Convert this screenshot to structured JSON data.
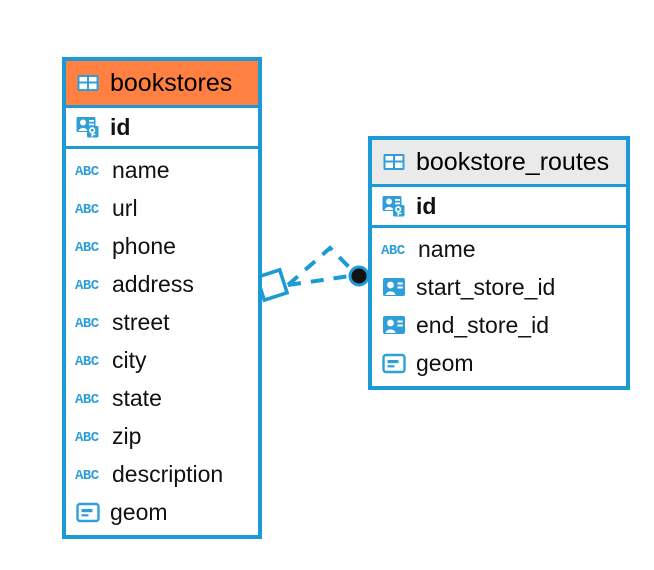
{
  "diagram": {
    "type": "entity-relationship",
    "colors": {
      "border": "#1b9ad6",
      "header_selected": "#ff8040",
      "header_default": "#eaeaea",
      "icon_blue": "#2f9fd8",
      "connector": "#1b9ad6",
      "connector_endpoint": "#121212",
      "text": "#111111",
      "background": "#ffffff"
    },
    "entities": [
      {
        "name": "bookstores",
        "header_icon": "table-icon",
        "selected": true,
        "primary_keys": [
          {
            "label": "id",
            "icon": "primary-key-icon"
          }
        ],
        "fields": [
          {
            "label": "name",
            "icon": "text-abc-icon"
          },
          {
            "label": "url",
            "icon": "text-abc-icon"
          },
          {
            "label": "phone",
            "icon": "text-abc-icon"
          },
          {
            "label": "address",
            "icon": "text-abc-icon"
          },
          {
            "label": "street",
            "icon": "text-abc-icon"
          },
          {
            "label": "city",
            "icon": "text-abc-icon"
          },
          {
            "label": "state",
            "icon": "text-abc-icon"
          },
          {
            "label": "zip",
            "icon": "text-abc-icon"
          },
          {
            "label": "description",
            "icon": "text-abc-icon"
          },
          {
            "label": "geom",
            "icon": "geometry-icon"
          }
        ]
      },
      {
        "name": "bookstore_routes",
        "header_icon": "table-icon",
        "selected": false,
        "primary_keys": [
          {
            "label": "id",
            "icon": "primary-key-icon"
          }
        ],
        "fields": [
          {
            "label": "name",
            "icon": "text-abc-icon"
          },
          {
            "label": "start_store_id",
            "icon": "foreign-key-icon"
          },
          {
            "label": "end_store_id",
            "icon": "foreign-key-icon"
          },
          {
            "label": "geom",
            "icon": "geometry-icon"
          }
        ]
      }
    ],
    "relationship": {
      "from_entity": "bookstores",
      "to_entity": "bookstore_routes",
      "from_marker": "hollow-diamond",
      "to_marker": "filled-circle",
      "line_style": "dashed",
      "branches": [
        "start_store_id",
        "end_store_id"
      ]
    }
  }
}
